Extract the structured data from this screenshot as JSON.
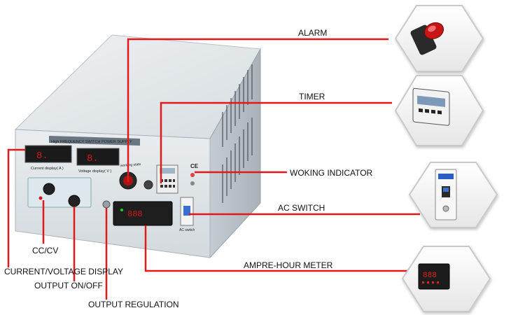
{
  "device": {
    "brand_banner": "High FREQUENCY SWITCH POWER SUPPLY",
    "current_display_label": "Current display( A )",
    "voltage_display_label": "Voltage display( V )",
    "working_state_label": "working state",
    "ac_switch_label": "AC switch",
    "ce_mark": "CE"
  },
  "callouts": {
    "alarm": "ALARM",
    "timer": "TIMER",
    "working_indicator": "WOKING INDICATOR",
    "ac_switch": "AC SWITCH",
    "ampere_hour_meter": "AMPRE-HOUR METER",
    "cc_cv": "CC/CV",
    "current_voltage_display": "CURRENT/VOLTAGE DISPLAY",
    "output_on_off": "OUTPUT ON/OFF",
    "output_regulation": "OUTPUT REGULATION"
  },
  "colors": {
    "leader_line": "#e01a1a",
    "background": "#ffffff",
    "hexagon_border": "#cfcfcf"
  },
  "thumbnails": [
    {
      "name": "alarm-buzzer-photo"
    },
    {
      "name": "timer-photo"
    },
    {
      "name": "ac-breaker-photo"
    },
    {
      "name": "ampere-hour-meter-photo"
    }
  ]
}
